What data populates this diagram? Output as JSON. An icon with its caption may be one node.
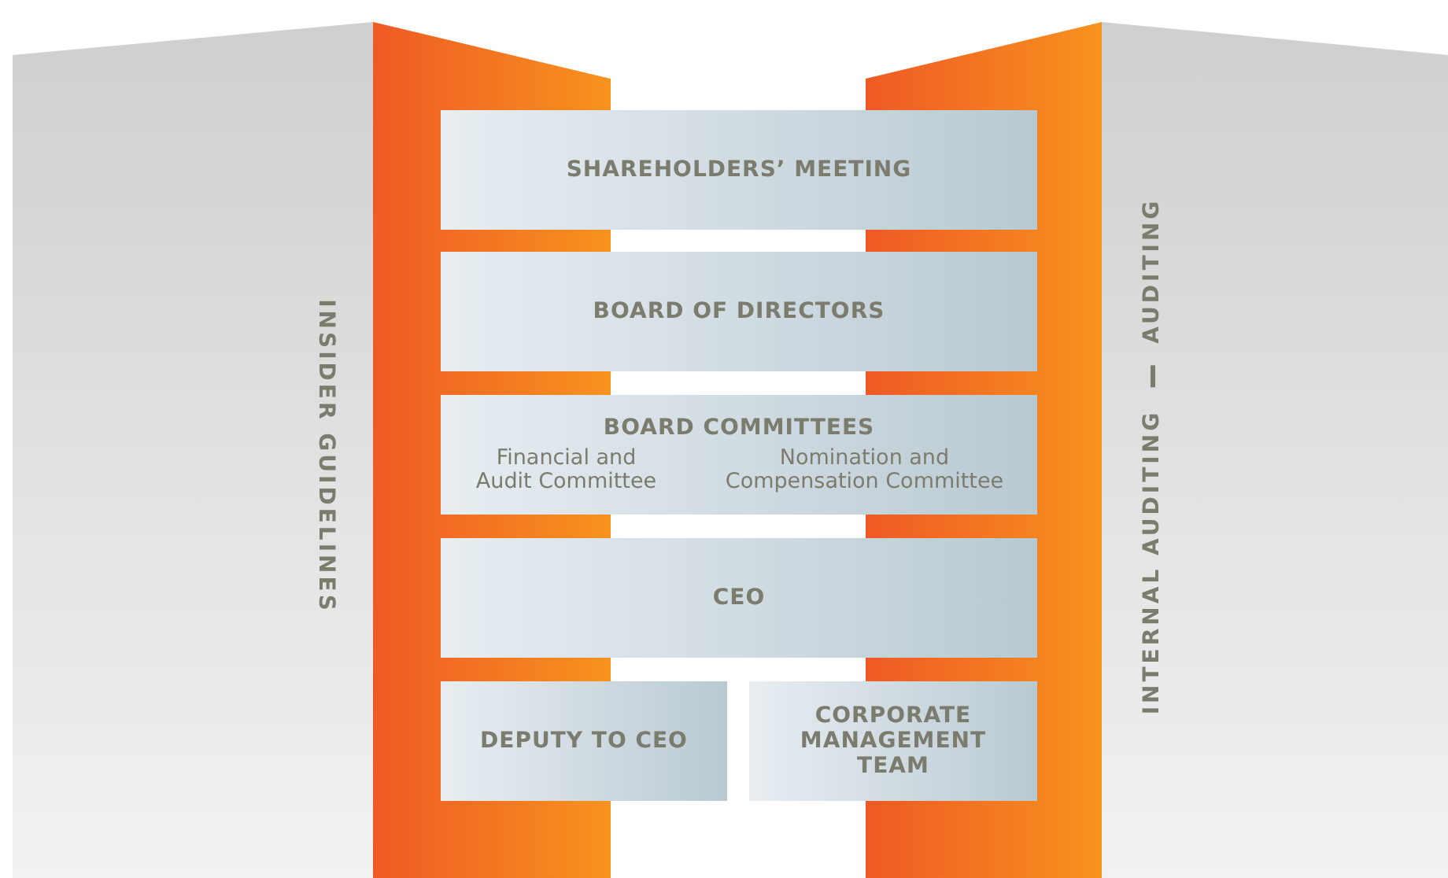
{
  "diagram": {
    "nodes": [
      {
        "text": [
          "INSIDER GUIDELINES"
        ]
      },
      {
        "text": [
          "INTERNAL AUDITING",
          "AUDITING"
        ]
      },
      {
        "text": [
          "SHAREHOLDERS’ MEETING"
        ]
      },
      {
        "text": [
          "BOARD OF DIRECTORS"
        ]
      },
      {
        "text": [
          "BOARD COMMITTEES",
          "Financial and Audit Committee",
          "Nomination and Compensation Committee"
        ]
      },
      {
        "text": [
          "CEO"
        ]
      },
      {
        "text": [
          "DEPUTY TO CEO"
        ]
      },
      {
        "text": [
          "CORPORATE MANAGEMENT TEAM"
        ]
      },
      {
        "text": [],
        "shape": "band"
      },
      {
        "text": [],
        "shape": "band"
      }
    ]
  }
}
